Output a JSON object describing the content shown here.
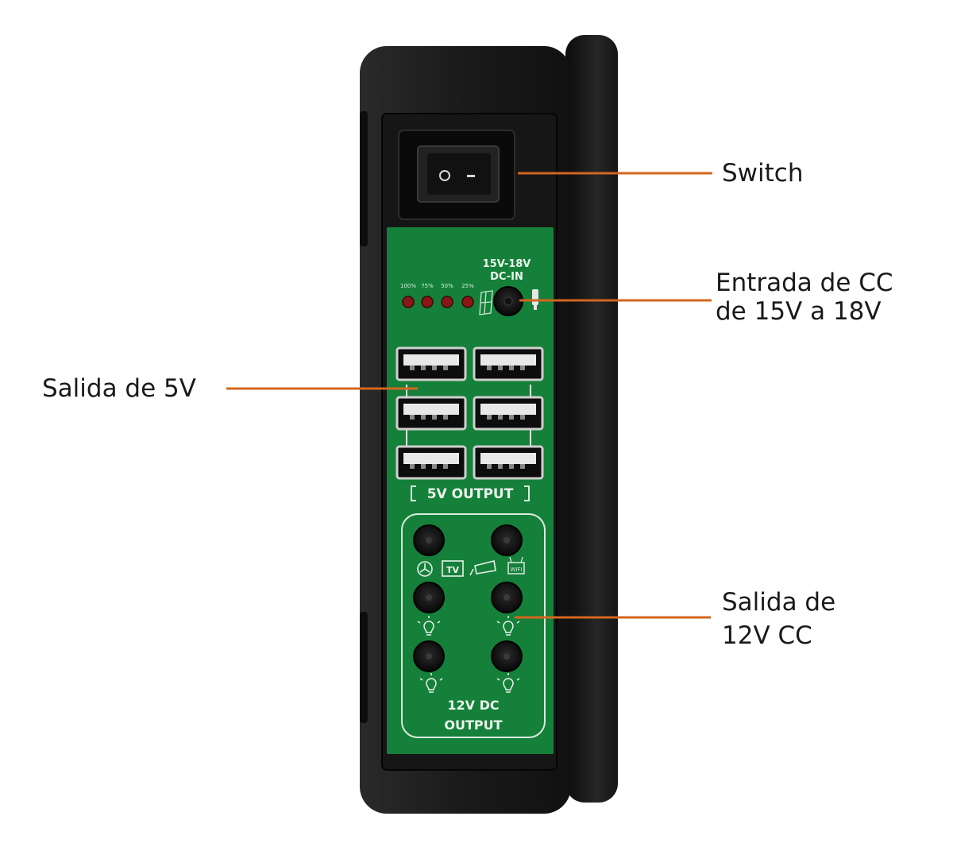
{
  "callouts": {
    "switch": {
      "lines": [
        "Switch"
      ]
    },
    "dc_input": {
      "lines": [
        "Entrada de CC",
        "de 15V a 18V"
      ]
    },
    "usb_output": {
      "lines": [
        "Salida de 5V"
      ]
    },
    "dc_output": {
      "lines": [
        "Salida de",
        "12V CC"
      ]
    }
  },
  "device_labels": {
    "dc_in_voltage": "15V-18V",
    "dc_in": "DC-IN",
    "led_levels": [
      "100%",
      "75%",
      "50%",
      "25%"
    ],
    "usb_section": "5V OUTPUT",
    "dc_section_line1": "12V DC",
    "dc_section_line2": "OUTPUT",
    "tv_icon_text": "TV",
    "wifi_icon_text": "WIFI"
  },
  "colors": {
    "leader_line": "#d4661f",
    "pcb_green": "#15803a",
    "housing": "#1b1b1b",
    "led_red": "#8a1616"
  },
  "counts": {
    "usb_ports": 6,
    "dc_jacks": 6
  }
}
